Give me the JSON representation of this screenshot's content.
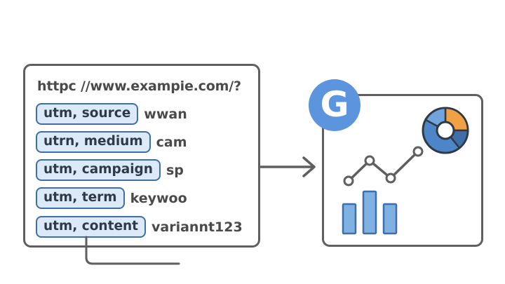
{
  "url_panel": {
    "url": "httpc //www.exampie.com/?",
    "params": [
      {
        "key": "utm, source",
        "value": "wwan"
      },
      {
        "key": "utrn, medium",
        "value": "cam"
      },
      {
        "key": "utm, campaign",
        "value": "sp"
      },
      {
        "key": "utm, term",
        "value": "keywoo"
      },
      {
        "key": "utm, content",
        "value": "variannt123"
      }
    ]
  },
  "analytics_panel": {
    "logo_letter": "G",
    "logo_icon": "google-g-logo-icon",
    "pie_icon": "pie-chart-icon",
    "line_chart": {
      "points": [
        0,
        1,
        0,
        1.2
      ],
      "description_values_relative": true
    },
    "bar_chart": {
      "values": [
        0.55,
        1.0,
        0.55
      ]
    }
  },
  "colors": {
    "panel_border": "#5f5f5f",
    "pill_fill": "#dbe9f8",
    "pill_border": "#3e6fa8",
    "accent_blue": "#5c94de",
    "bar_fill": "#7fb2e2",
    "pie_orange": "#f0a045",
    "pie_blue": "#4d86c8",
    "pie_dark": "#2f3a46"
  }
}
